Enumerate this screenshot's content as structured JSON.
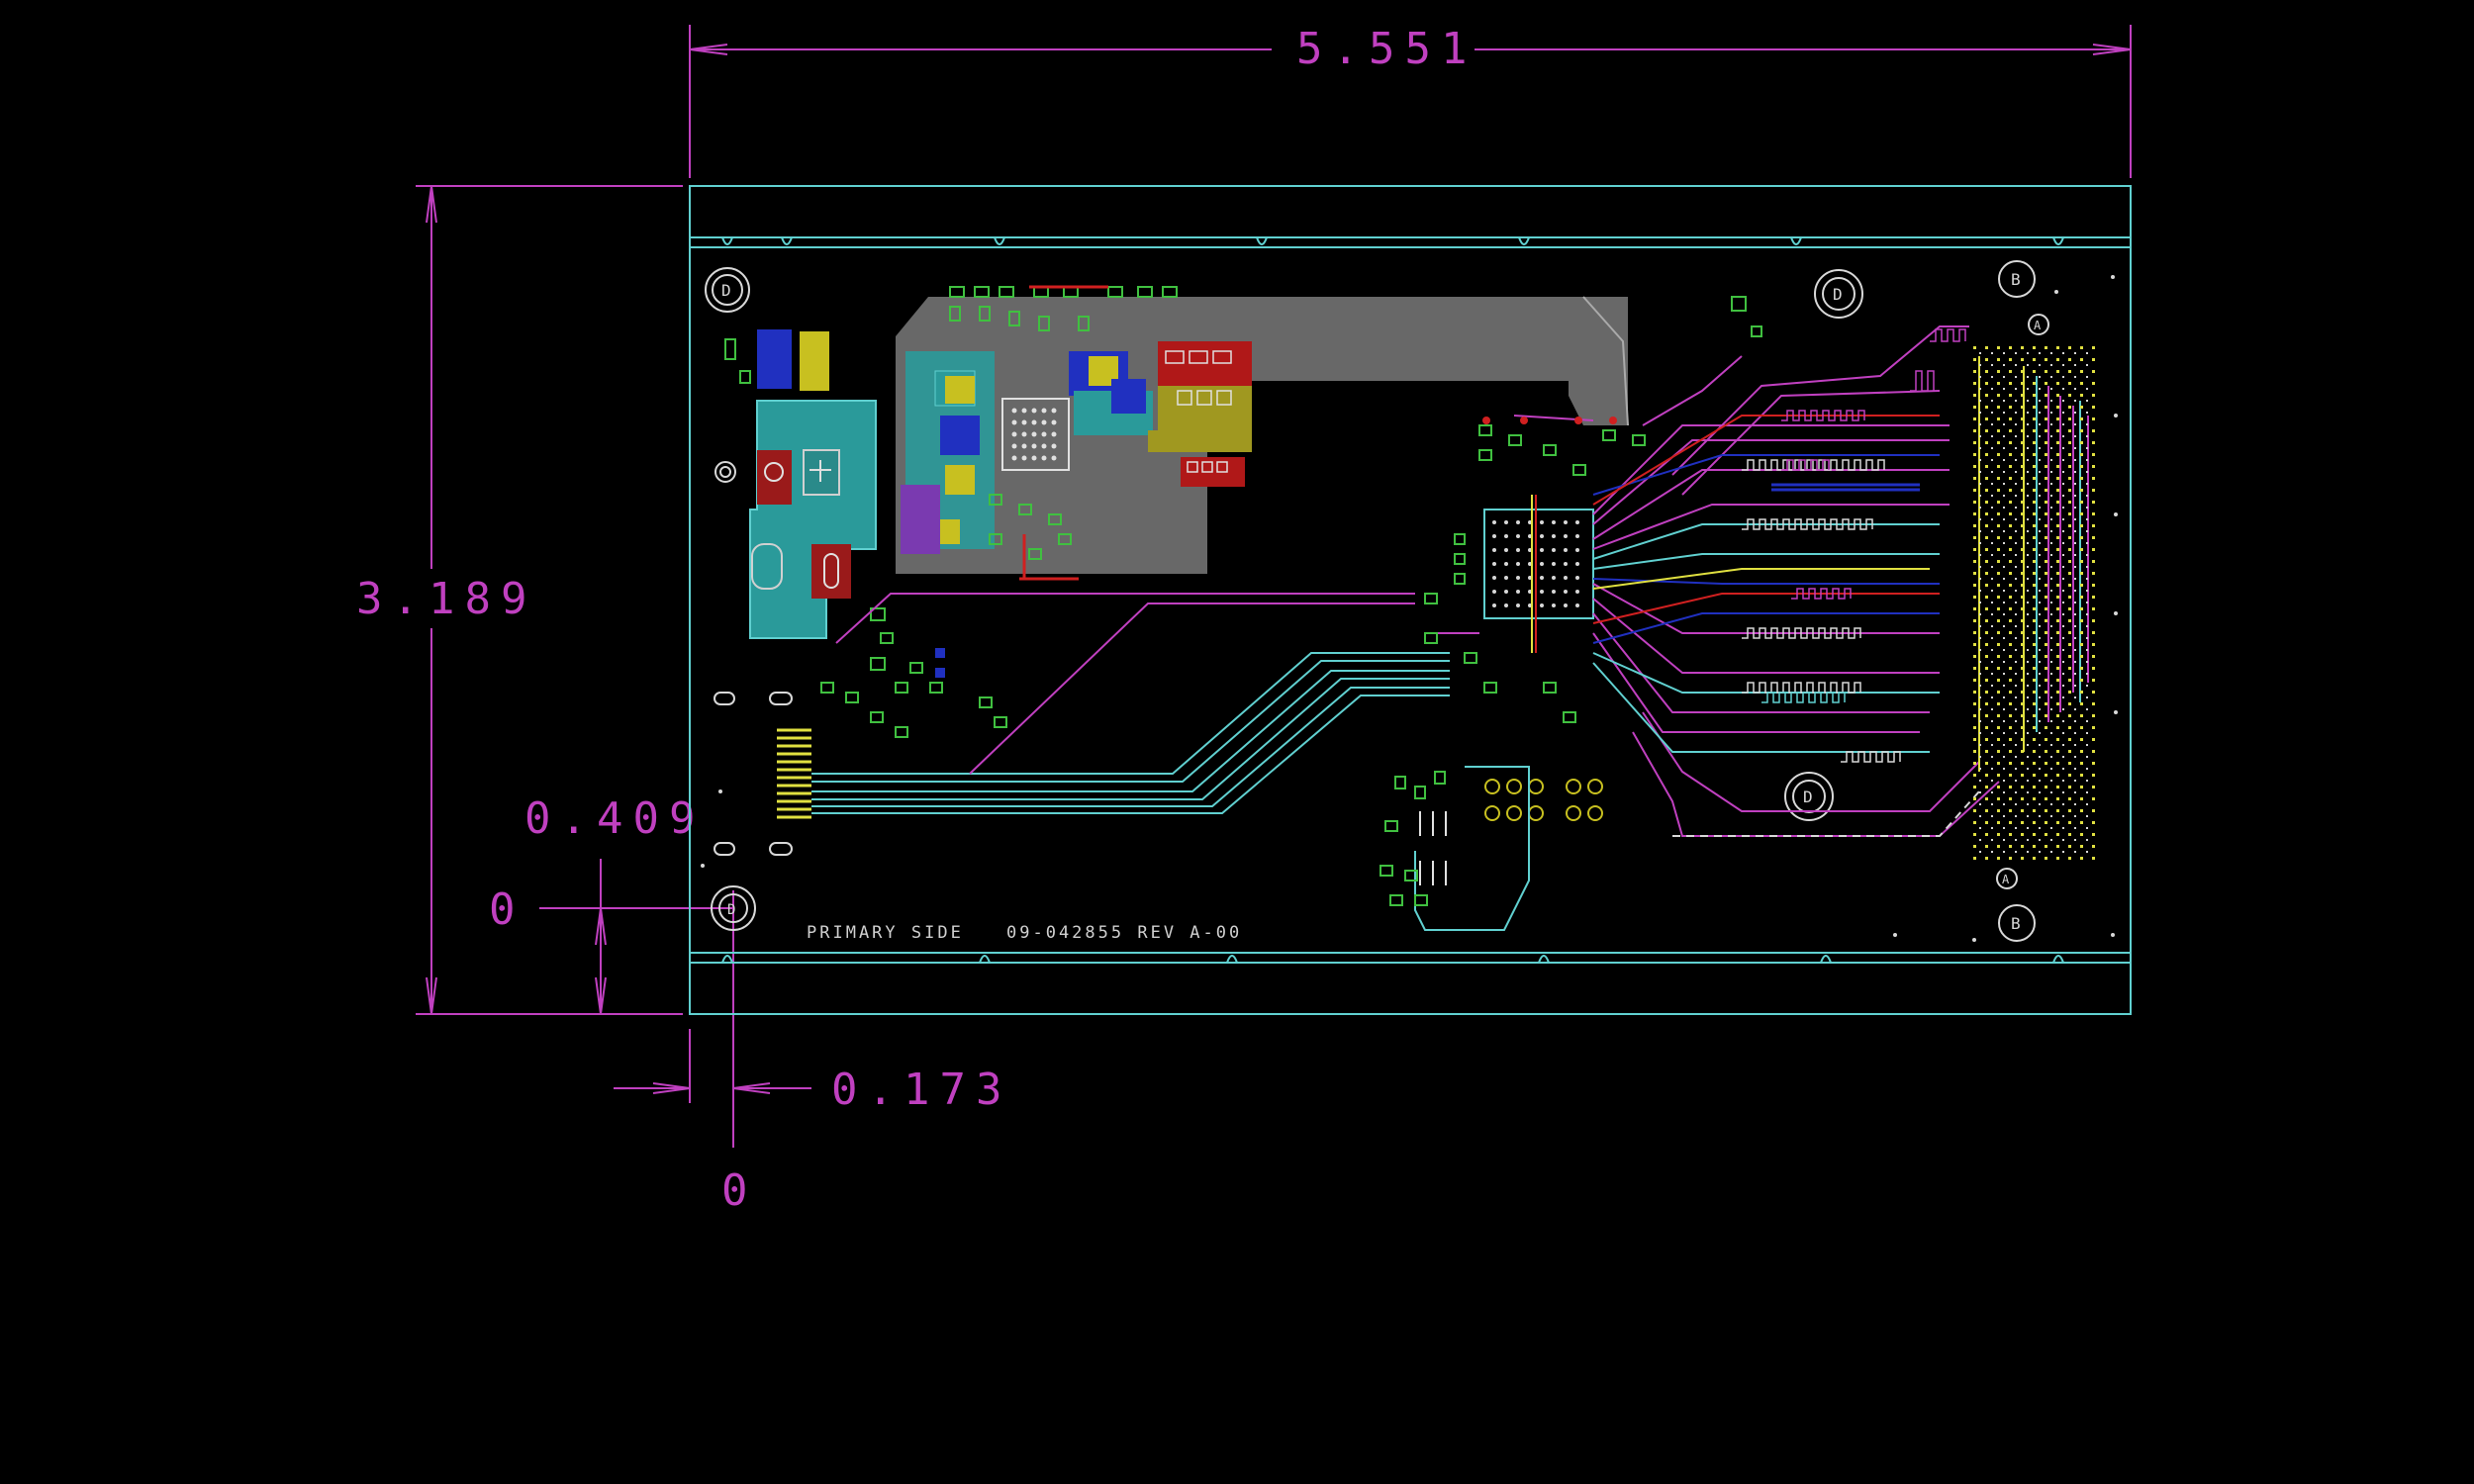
{
  "dimensions": {
    "overall_width": "5.551",
    "overall_height": "3.189",
    "origin_offset_y": "0.409",
    "origin_offset_x": "0.173",
    "origin_y_label": "0",
    "origin_x_label": "0"
  },
  "silkscreen": {
    "side_label": "PRIMARY SIDE",
    "part_number": "09-042855 REV A-00"
  },
  "mounting_holes": {
    "d_label": "D",
    "b_label": "B",
    "a_label": "A"
  },
  "colors": {
    "dimension": "#c040c0",
    "outline": "#60d0d0",
    "copper_copper_fill": "#808080",
    "trace_magenta": "#c040c0",
    "trace_cyan": "#60d0d0",
    "trace_yellow": "#e0e040",
    "trace_blue": "#2030c0",
    "trace_red": "#d02020",
    "trace_green": "#40c040",
    "background": "#000000"
  }
}
